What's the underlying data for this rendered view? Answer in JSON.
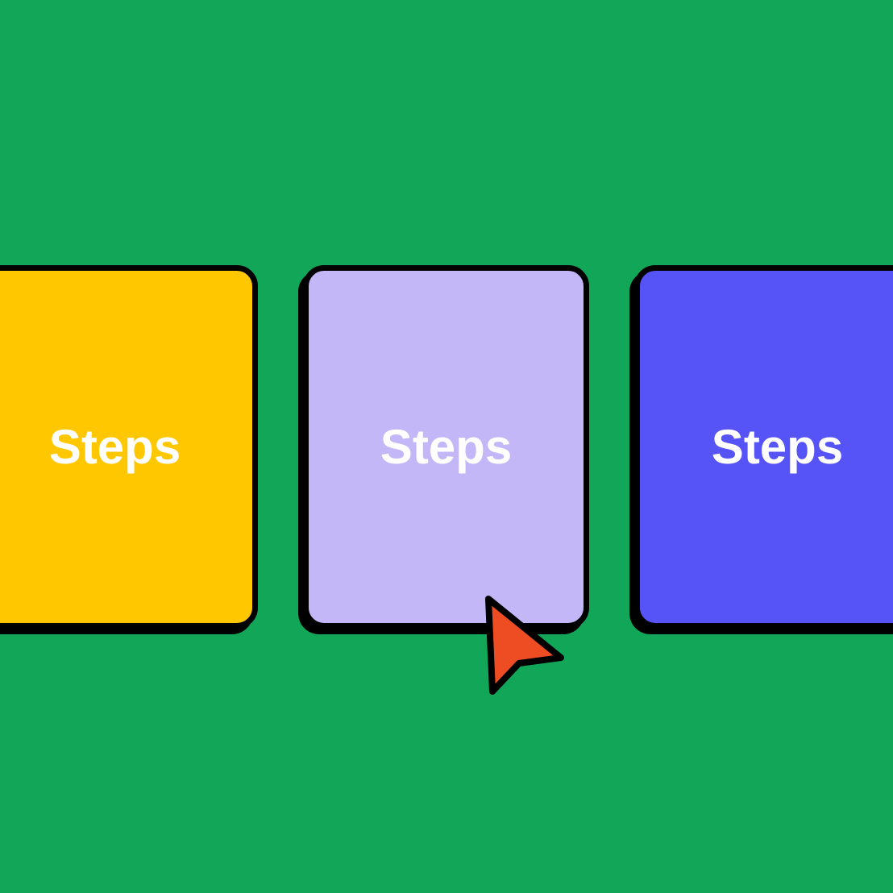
{
  "background_color": "#11A658",
  "cards": [
    {
      "label": "Steps",
      "color": "#FFC700",
      "text_color": "#FFFFFF"
    },
    {
      "label": "Steps",
      "color": "#C4B7F8",
      "text_color": "#FFFFFF"
    },
    {
      "label": "Steps",
      "color": "#5653F7",
      "text_color": "#FFFFFF"
    }
  ],
  "cursor": {
    "color": "#EE4D23",
    "outline_color": "#000000"
  }
}
